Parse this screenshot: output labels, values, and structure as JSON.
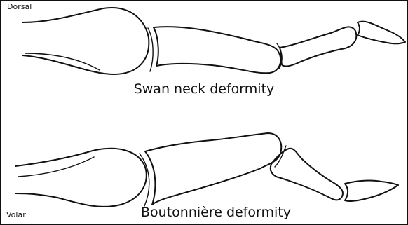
{
  "labels": {
    "top_left": "Dorsal",
    "bottom_left": "Volar"
  },
  "captions": {
    "top": "Swan neck deformity",
    "bottom": "Boutonnière deformity"
  },
  "colors": {
    "line": "#111111",
    "background": "#ffffff"
  }
}
